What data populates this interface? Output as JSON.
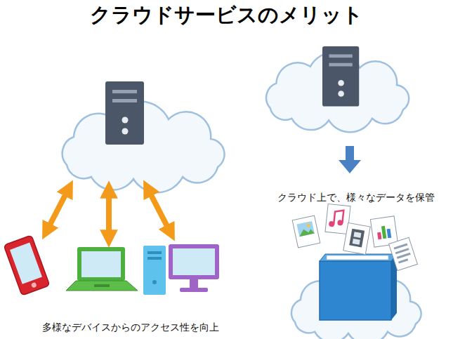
{
  "diagram": {
    "title": "クラウドサービスのメリット",
    "labels": [
      "多様なデバイスからのアクセス性を向上",
      "クラウド上で、様々なデータを保管"
    ]
  }
}
